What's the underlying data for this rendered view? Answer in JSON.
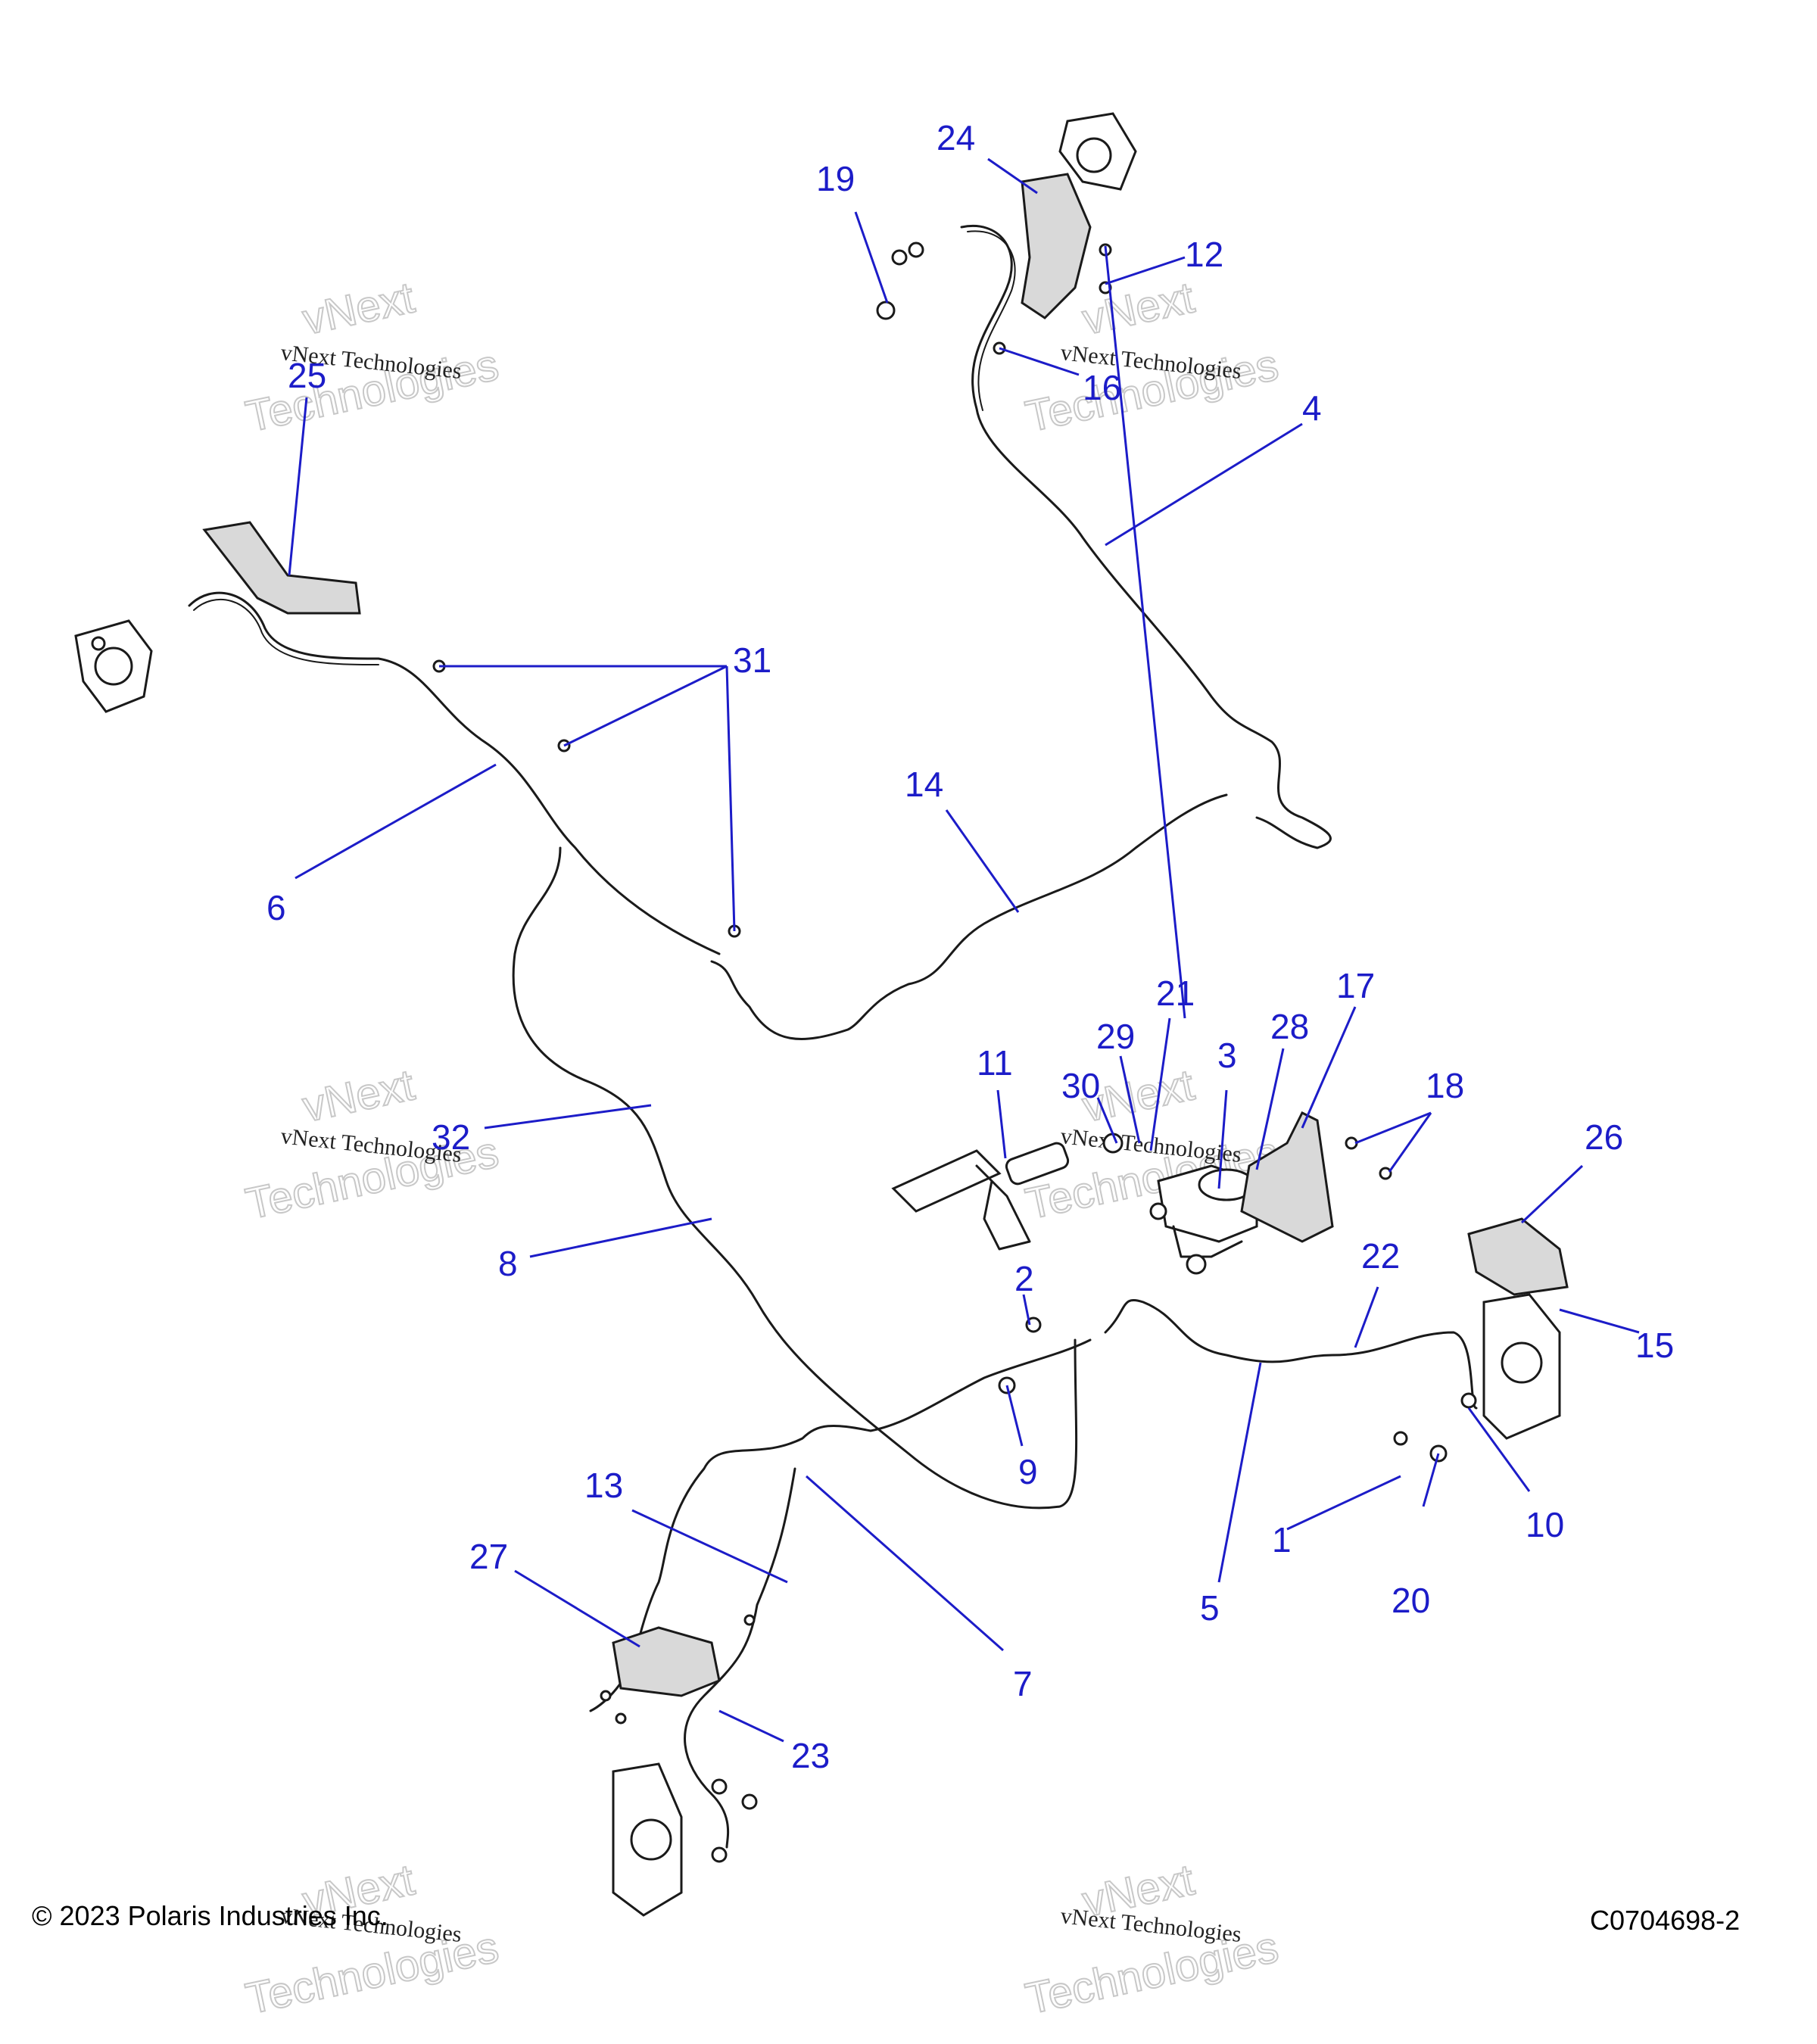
{
  "footer": {
    "copyright": "© 2023 Polaris Industries Inc.",
    "figure_code": "C0704698-2"
  },
  "watermark": {
    "line1": "vNext Technologies",
    "line2": "vNext",
    "line3": "Technologies"
  },
  "callouts": [
    {
      "id": "c1",
      "label": "1"
    },
    {
      "id": "c2",
      "label": "2"
    },
    {
      "id": "c3",
      "label": "3"
    },
    {
      "id": "c4",
      "label": "4"
    },
    {
      "id": "c5",
      "label": "5"
    },
    {
      "id": "c6",
      "label": "6"
    },
    {
      "id": "c7",
      "label": "7"
    },
    {
      "id": "c8",
      "label": "8"
    },
    {
      "id": "c9",
      "label": "9"
    },
    {
      "id": "c10",
      "label": "10"
    },
    {
      "id": "c11",
      "label": "11"
    },
    {
      "id": "c12",
      "label": "12"
    },
    {
      "id": "c13",
      "label": "13"
    },
    {
      "id": "c14",
      "label": "14"
    },
    {
      "id": "c15",
      "label": "15"
    },
    {
      "id": "c16",
      "label": "16"
    },
    {
      "id": "c17",
      "label": "17"
    },
    {
      "id": "c18",
      "label": "18"
    },
    {
      "id": "c19",
      "label": "19"
    },
    {
      "id": "c20",
      "label": "20"
    },
    {
      "id": "c21",
      "label": "21"
    },
    {
      "id": "c22",
      "label": "22"
    },
    {
      "id": "c23",
      "label": "23"
    },
    {
      "id": "c24",
      "label": "24"
    },
    {
      "id": "c25",
      "label": "25"
    },
    {
      "id": "c26",
      "label": "26"
    },
    {
      "id": "c27",
      "label": "27"
    },
    {
      "id": "c28",
      "label": "28"
    },
    {
      "id": "c29",
      "label": "29"
    },
    {
      "id": "c30",
      "label": "30"
    },
    {
      "id": "c31",
      "label": "31"
    },
    {
      "id": "c32",
      "label": "32"
    }
  ],
  "colors": {
    "callout": "#1c1cc8",
    "line_art": "#1a1a1a",
    "background": "#ffffff"
  }
}
